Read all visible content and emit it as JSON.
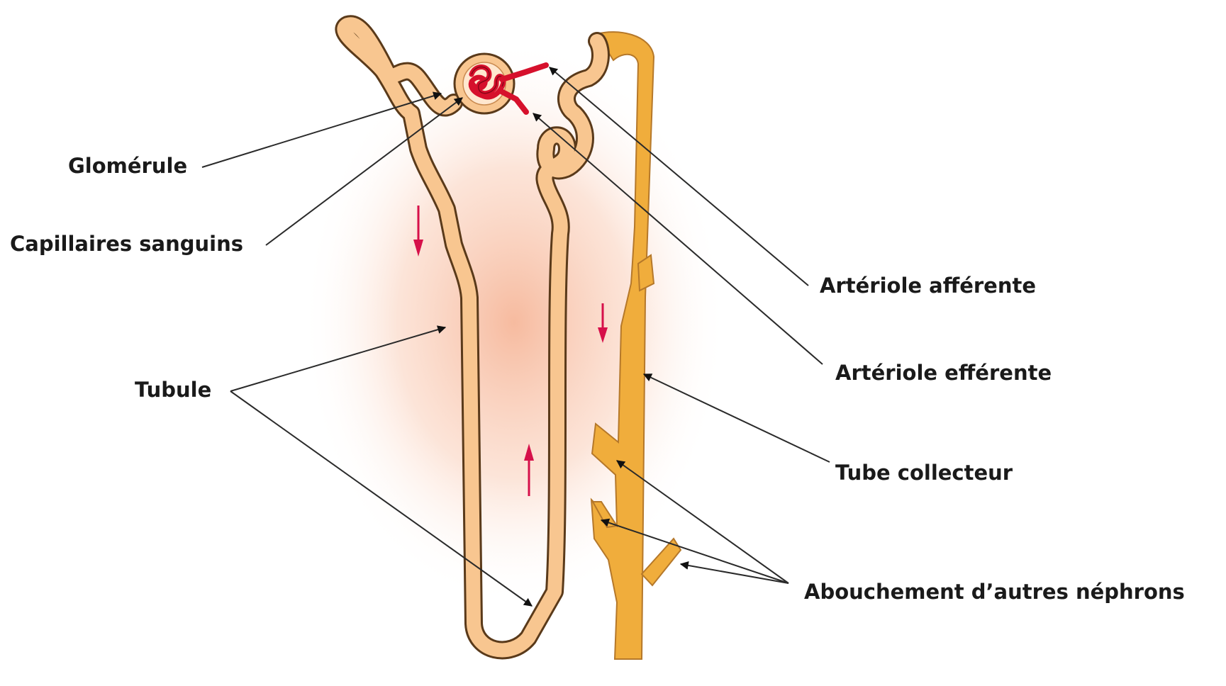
{
  "colors": {
    "tubule": "#f8c690",
    "collecting_duct": "#f0ad3c",
    "blood": "#d6102c",
    "flow_arrow": "#d6104a",
    "outline": "#5a3a1a",
    "background_glow": "#f7c2a8"
  },
  "labels": {
    "glomerule": "Glomérule",
    "capillaires": "Capillaires sanguins",
    "tubule": "Tubule",
    "arteriole_afferente": "Artériole afférente",
    "arteriole_efferente": "Artériole efférente",
    "tube_collecteur": "Tube collecteur",
    "abouchement": "Abouchement d’autres néphrons"
  }
}
